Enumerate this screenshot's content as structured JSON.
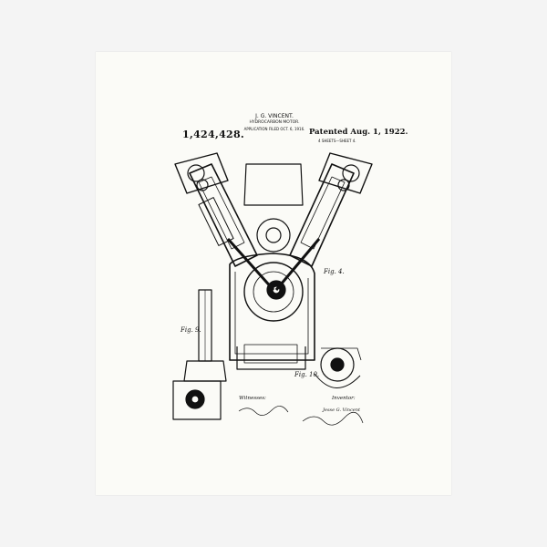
{
  "patent": {
    "number": "1,424,428.",
    "inventor_header": "J. G. VINCENT.",
    "title": "HYDROCARBON MOTOR.",
    "filed": "APPLICATION FILED OCT. 6, 1916.",
    "patented": "Patented Aug. 1, 1922.",
    "sheets": "4 SHEETS—SHEET 4."
  },
  "figures": {
    "fig4": "Fig. 4.",
    "fig9": "Fig. 9.",
    "fig10": "Fig. 10."
  },
  "signatures": {
    "witnesses_label": "Witnesses:",
    "inventor_label": "Inventor:",
    "inventor_name": "Jesse G. Vincent"
  },
  "colors": {
    "background": "#f4f4f4",
    "paper": "#fbfbf7",
    "ink": "#111111"
  }
}
